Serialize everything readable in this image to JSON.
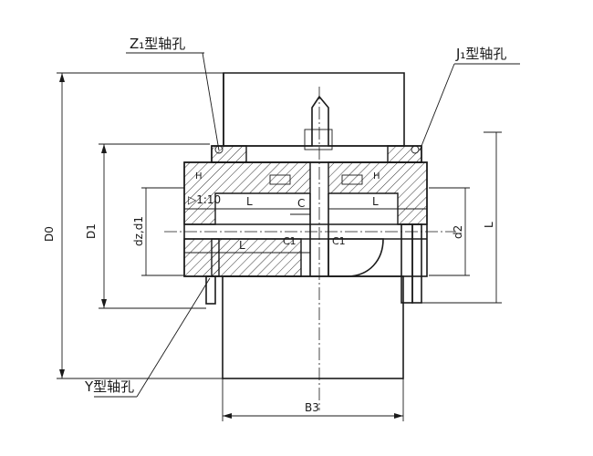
{
  "labels": {
    "z1_bore": "Z₁型轴孔",
    "j1_bore": "J₁型轴孔",
    "y_bore": "Y型轴孔",
    "D0": "D0",
    "D1": "D1",
    "dz_d1": "dz,d1",
    "d2": "d2",
    "L_dim": "L",
    "taper": "▷1:10",
    "L_upper_left": "L",
    "L_upper_right": "L",
    "L_lower": "L",
    "C": "C",
    "C1_left": "C1",
    "C1_right": "C1",
    "H_left": "H",
    "H_right": "H",
    "B3": "B3"
  }
}
